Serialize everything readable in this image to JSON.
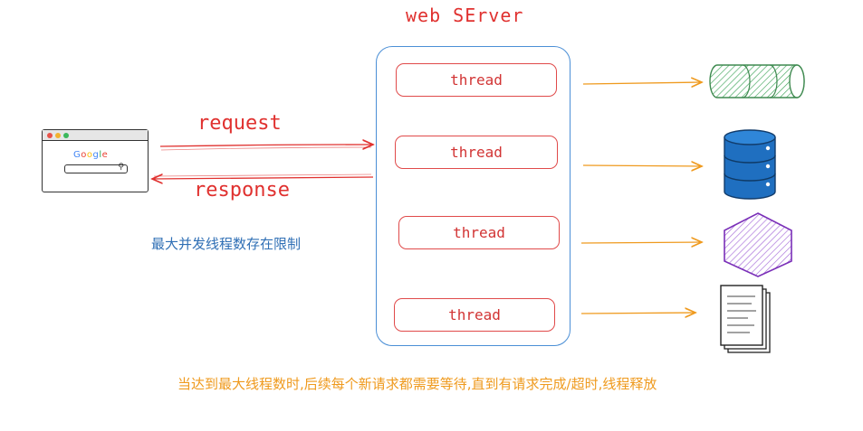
{
  "server": {
    "title": "web SErver"
  },
  "threads": [
    {
      "label": "thread"
    },
    {
      "label": "thread"
    },
    {
      "label": "thread"
    },
    {
      "label": "thread"
    }
  ],
  "arrows": {
    "request": "request",
    "response": "response"
  },
  "browser": {
    "logo": "Google"
  },
  "notes": {
    "limit": "最大并发线程数存在限制",
    "footer": "当达到最大线程数时,后续每个新请求都需要等待,直到有请求完成/超时,线程释放"
  },
  "colors": {
    "red": "#e0312f",
    "blue": "#4b8fd6",
    "orange": "#ef9a1e",
    "green": "#3fa55a",
    "db_blue": "#1f6fc0",
    "purple": "#8a3fc4"
  },
  "icons": [
    "browser-window-icon",
    "queue-cylinder-icon",
    "database-icon",
    "hexagon-icon",
    "documents-icon"
  ]
}
